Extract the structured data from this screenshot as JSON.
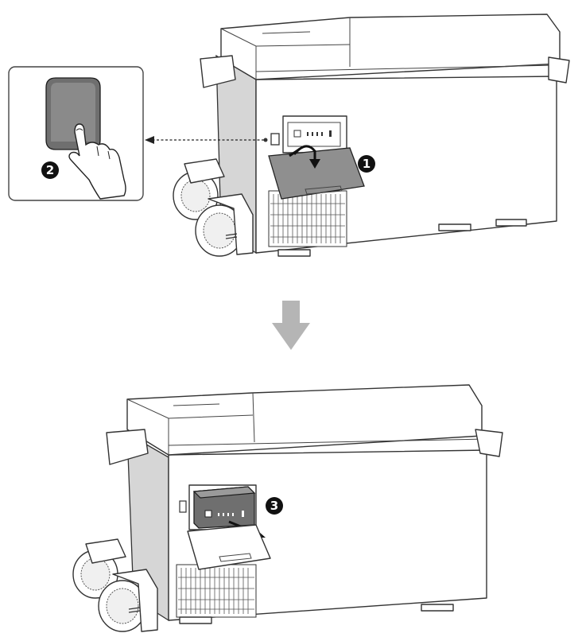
{
  "steps": [
    {
      "number": "1",
      "action": "open-cover"
    },
    {
      "number": "2",
      "action": "press-button"
    },
    {
      "number": "3",
      "action": "pull-out-battery"
    }
  ],
  "colors": {
    "outline": "#333333",
    "panel_dark": "#8f8f8f",
    "arrow_gray": "#b5b5b5",
    "badge": "#111111"
  },
  "icons": [
    "curved-arrow-icon",
    "press-finger-icon",
    "down-arrow-icon",
    "pull-arrow-icon"
  ]
}
